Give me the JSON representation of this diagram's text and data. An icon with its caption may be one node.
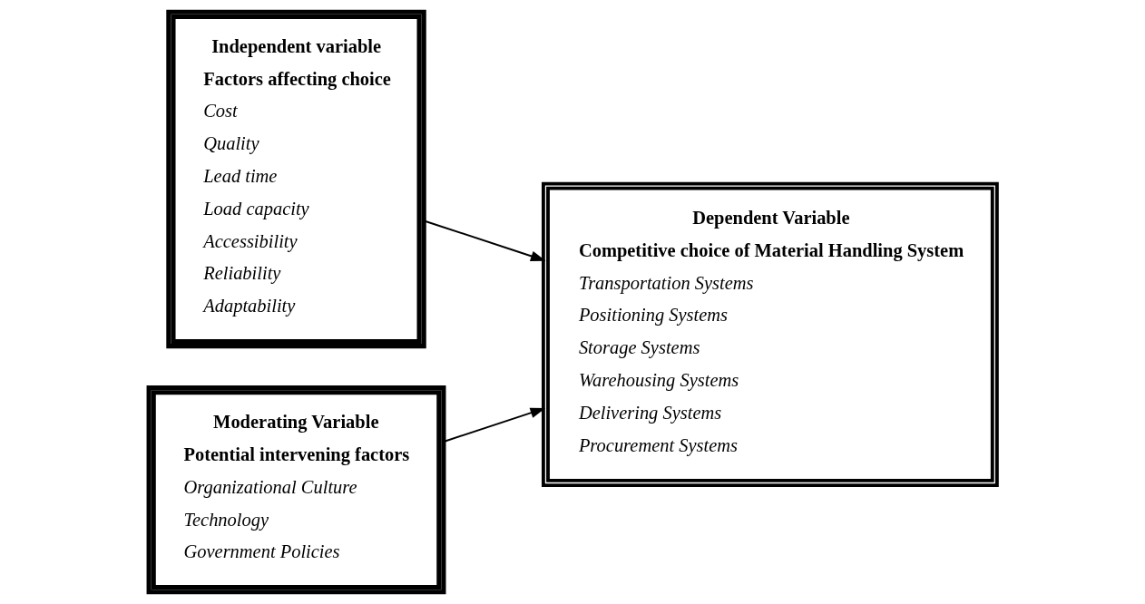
{
  "diagram": {
    "nodes": [
      {
        "text": [
          "Independent variable",
          "Factors affecting choice",
          "Cost",
          "Quality",
          "Lead time",
          "Load capacity",
          "Accessibility",
          "Reliability",
          "Adaptability"
        ]
      },
      {
        "text": [
          "Moderating Variable",
          "Potential intervening factors",
          "Organizational Culture",
          "Technology",
          "Government Policies"
        ]
      },
      {
        "text": [
          "Dependent Variable",
          "Competitive choice of Material Handling System",
          "Transportation Systems",
          "Positioning Systems",
          "Storage Systems",
          "Warehousing Systems",
          "Delivering Systems",
          "Procurement Systems"
        ]
      }
    ],
    "edges": [
      {
        "from": 0,
        "to": 2,
        "arrow": "to"
      },
      {
        "from": 1,
        "to": 2,
        "arrow": "to"
      }
    ]
  }
}
